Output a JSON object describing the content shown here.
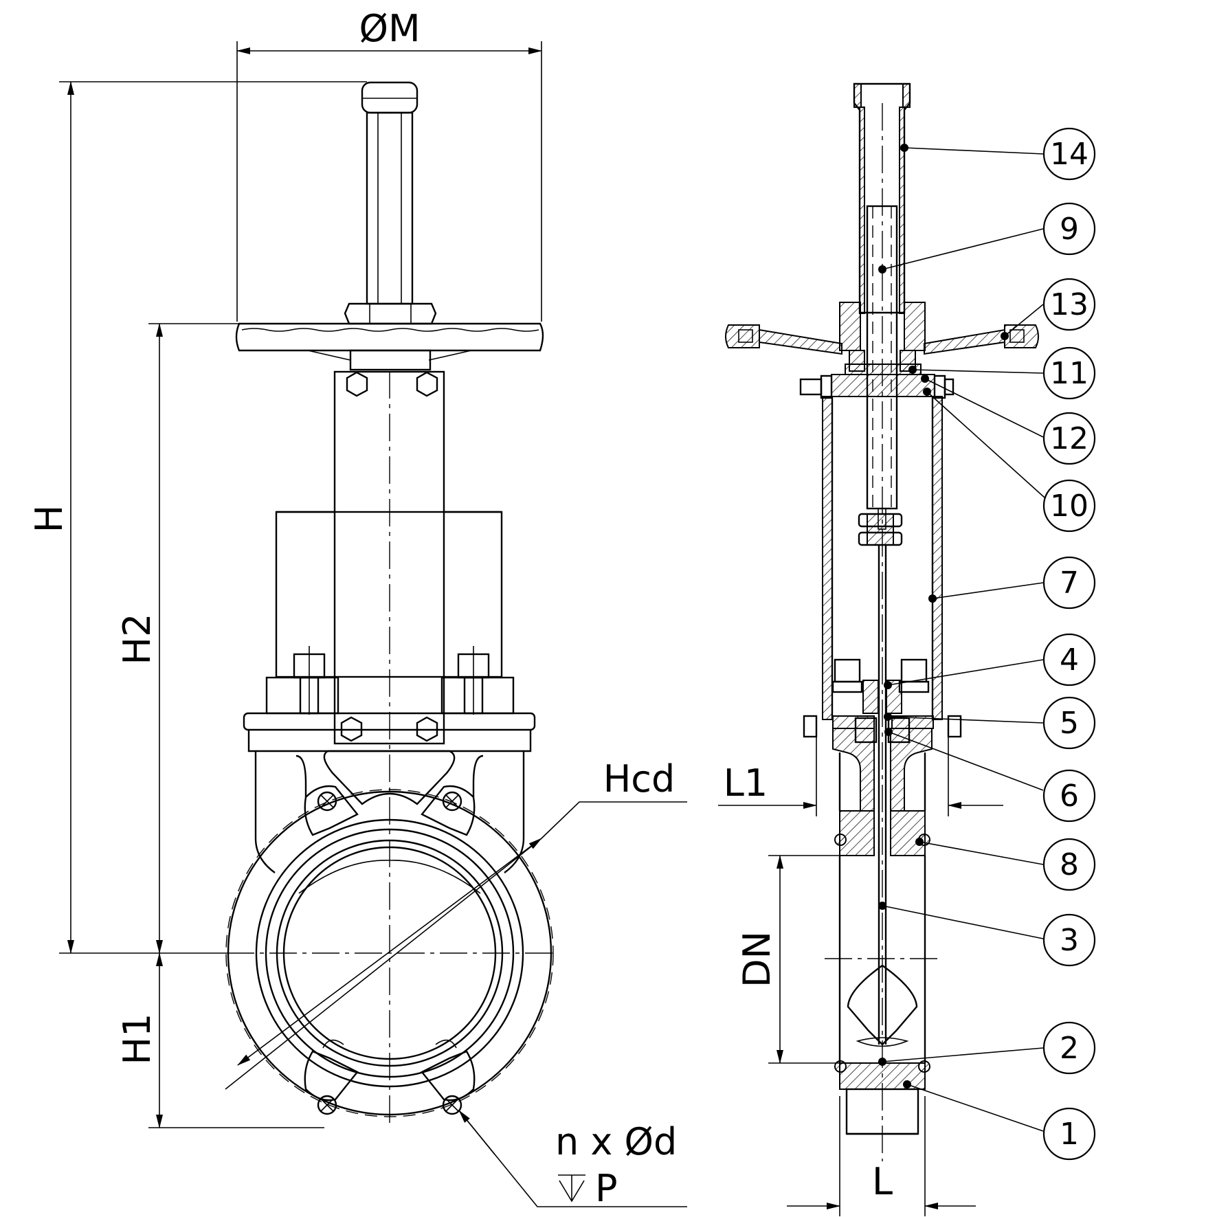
{
  "drawing": {
    "front_view": {
      "dimensions": {
        "top_diameter": "ØM",
        "total_height": "H",
        "upper_height": "H2",
        "lower_height": "H1",
        "bolt_circle": "Hcd",
        "holes_line1": "n x Ød",
        "holes_line2": "P"
      }
    },
    "side_view": {
      "dimensions": {
        "flange_offset": "L1",
        "nominal_diameter": "DN",
        "length": "L"
      },
      "balloons": [
        "14",
        "9",
        "13",
        "11",
        "12",
        "10",
        "7",
        "4",
        "5",
        "6",
        "8",
        "3",
        "2",
        "1"
      ]
    }
  }
}
